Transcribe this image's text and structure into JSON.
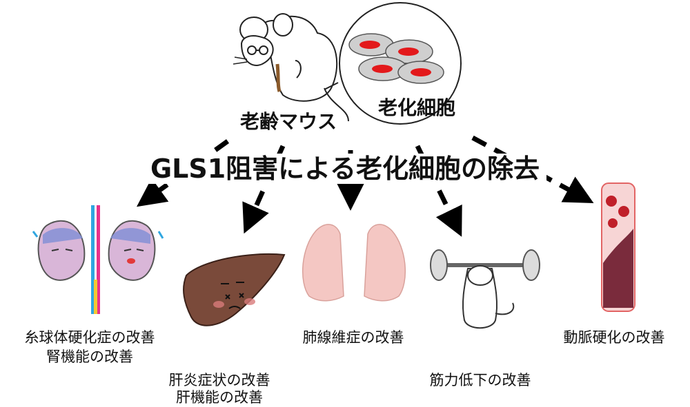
{
  "title": "GLS1阻害による老化細胞の除去",
  "mouse_label": "老齢マウス",
  "cell_label": "老化細胞",
  "outcomes": {
    "kidney": {
      "line1": "糸球体硬化症の改善",
      "line2": "腎機能の改善"
    },
    "liver": {
      "line1": "肝炎症状の改善",
      "line2": "肝機能の改善"
    },
    "lung": {
      "line1": "肺線維症の改善"
    },
    "muscle": {
      "line1": "筋力低下の改善"
    },
    "artery": {
      "line1": "動脈硬化の改善"
    }
  }
}
